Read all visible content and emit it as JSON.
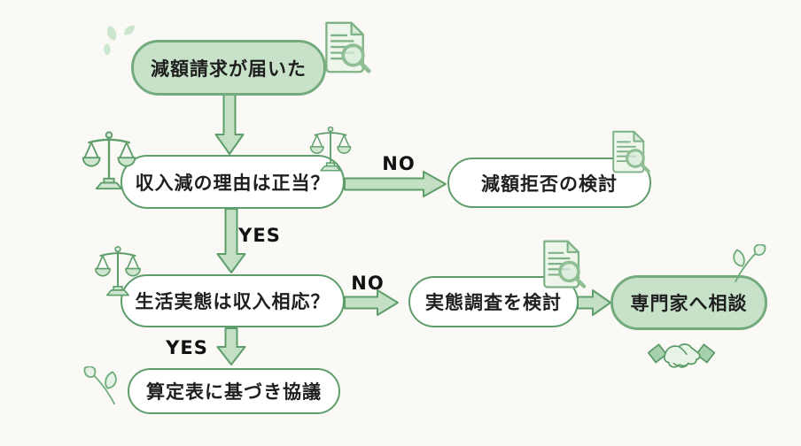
{
  "colors": {
    "background": "#faf9f5",
    "node_fill_green": "#c8e2c9",
    "node_fill_white": "#ffffff",
    "node_border_green": "#5f9e6c",
    "arrow_fill": "#c3e0c5",
    "arrow_stroke": "#5e9e6b",
    "text": "#1f1f1f"
  },
  "flowchart": {
    "nodes": {
      "received": {
        "label": "減額請求が届いた"
      },
      "q_income_reason": {
        "label": "収入減の理由は正当？"
      },
      "reject_review": {
        "label": "減額拒否の検討"
      },
      "q_lifestyle": {
        "label": "生活実態は収入相応？"
      },
      "survey_review": {
        "label": "実態調査を検討"
      },
      "expert_consult": {
        "label": "専門家へ相談"
      },
      "table_negotiation": {
        "label": "算定表に基づき協議"
      }
    },
    "edge_labels": {
      "no_1": "NO",
      "yes_1": "YES",
      "no_2": "NO",
      "yes_2": "YES"
    },
    "icons": {
      "document_magnifier": "document-magnifier-icon",
      "scales": "scales-of-justice-icon",
      "handshake": "handshake-icon",
      "leaves": "leaf-decoration-icon"
    }
  }
}
